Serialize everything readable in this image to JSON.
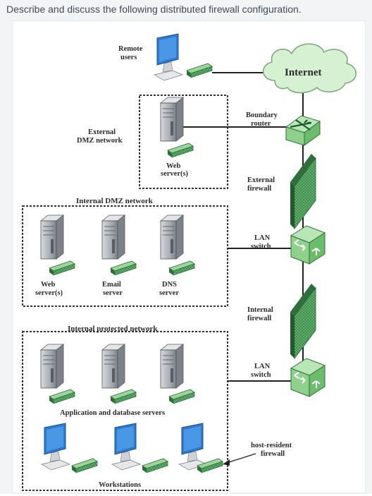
{
  "question": "Describe and discuss the following distributed firewall configuration.",
  "labels": {
    "remote_users": [
      "Remote",
      "users"
    ],
    "internet": "Internet",
    "boundary_router": [
      "Boundary",
      "router"
    ],
    "external_dmz": [
      "External",
      "DMZ network"
    ],
    "web_servers_ext": [
      "Web",
      "server(s)"
    ],
    "external_firewall": [
      "External",
      "firewall"
    ],
    "internal_dmz": "Internal DMZ network",
    "lan_switch_1": [
      "LAN",
      "switch"
    ],
    "web_servers_int": [
      "Web",
      "server(s)"
    ],
    "email_server": [
      "Email",
      "server"
    ],
    "dns_server": [
      "DNS",
      "server"
    ],
    "internal_firewall": [
      "Internal",
      "firewall"
    ],
    "internal_protected": "Internal protected network",
    "lan_switch_2": [
      "LAN",
      "switch"
    ],
    "app_db_servers": "Application and database servers",
    "host_resident_firewall": [
      "host-resident",
      "firewall"
    ],
    "workstations": "Workstations"
  },
  "colors": {
    "firewall": "#3f8f50",
    "firewall_light": "#7ac27a",
    "switch": "#86d088",
    "cloud": "#d6f0d2",
    "monitor": "#2f7ad0",
    "server": "#a8acb3"
  },
  "icons": {
    "router": "router-icon",
    "firewall": "firewall-icon",
    "switch": "lan-switch-icon",
    "server": "server-tower-icon",
    "workstation": "workstation-icon",
    "cloud": "internet-cloud-icon"
  }
}
